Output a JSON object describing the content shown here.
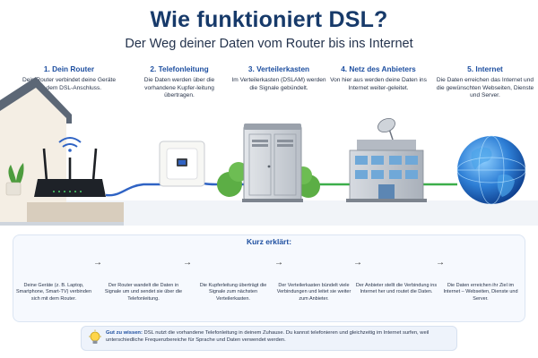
{
  "header": {
    "title": "Wie funktioniert DSL?",
    "subtitle": "Der Weg deiner Daten vom Router bis ins Internet"
  },
  "steps": [
    {
      "title": "1. Dein Router",
      "text": "Dein Router verbindet deine Geräte mit dem DSL-Anschluss."
    },
    {
      "title": "2. Telefonleitung",
      "text": "Die Daten werden über die vorhandene Kupfer-leitung übertragen."
    },
    {
      "title": "3. Verteilerkasten",
      "text": "Im Verteilerkasten (DSLAM) werden die Signale gebündelt."
    },
    {
      "title": "4. Netz des Anbieters",
      "text": "Von hier aus werden deine Daten ins Internet weiter-geleitet."
    },
    {
      "title": "5. Internet",
      "text": "Die Daten erreichen das Internet und die gewünschten Webseiten, Dienste und Server."
    }
  ],
  "summary": {
    "title": "Kurz erklärt:",
    "items": [
      "Deine Geräte (z. B. Laptop, Smartphone, Smart-TV) verbinden sich mit dem Router.",
      "Der Router wandelt die Daten in Signale um und sendet sie über die Telefonleitung.",
      "Die Kupferleitung überträgt die Signale zum nächsten Verteilerkasten.",
      "Der Verteilerkasten bündelt viele Verbindungen und leitet sie weiter zum Anbieter.",
      "Der Anbieter stellt die Verbindung ins Internet her und routet die Daten.",
      "Die Daten erreichen ihr Ziel im Internet – Webseiten, Dienste und Server."
    ]
  },
  "tip": {
    "label": "Gut zu wissen:",
    "text": "DSL nutzt die vorhandene Telefonleitung in deinem Zuhause. Du kannst telefonieren und gleichzeitig im Internet surfen, weil unterschiedliche Frequenzbereiche für Sprache und Daten verwendet werden."
  },
  "colors": {
    "title": "#173a6a",
    "accent": "#1e4fa0",
    "cable": "#2f63c4",
    "fiber": "#3cae4a"
  }
}
